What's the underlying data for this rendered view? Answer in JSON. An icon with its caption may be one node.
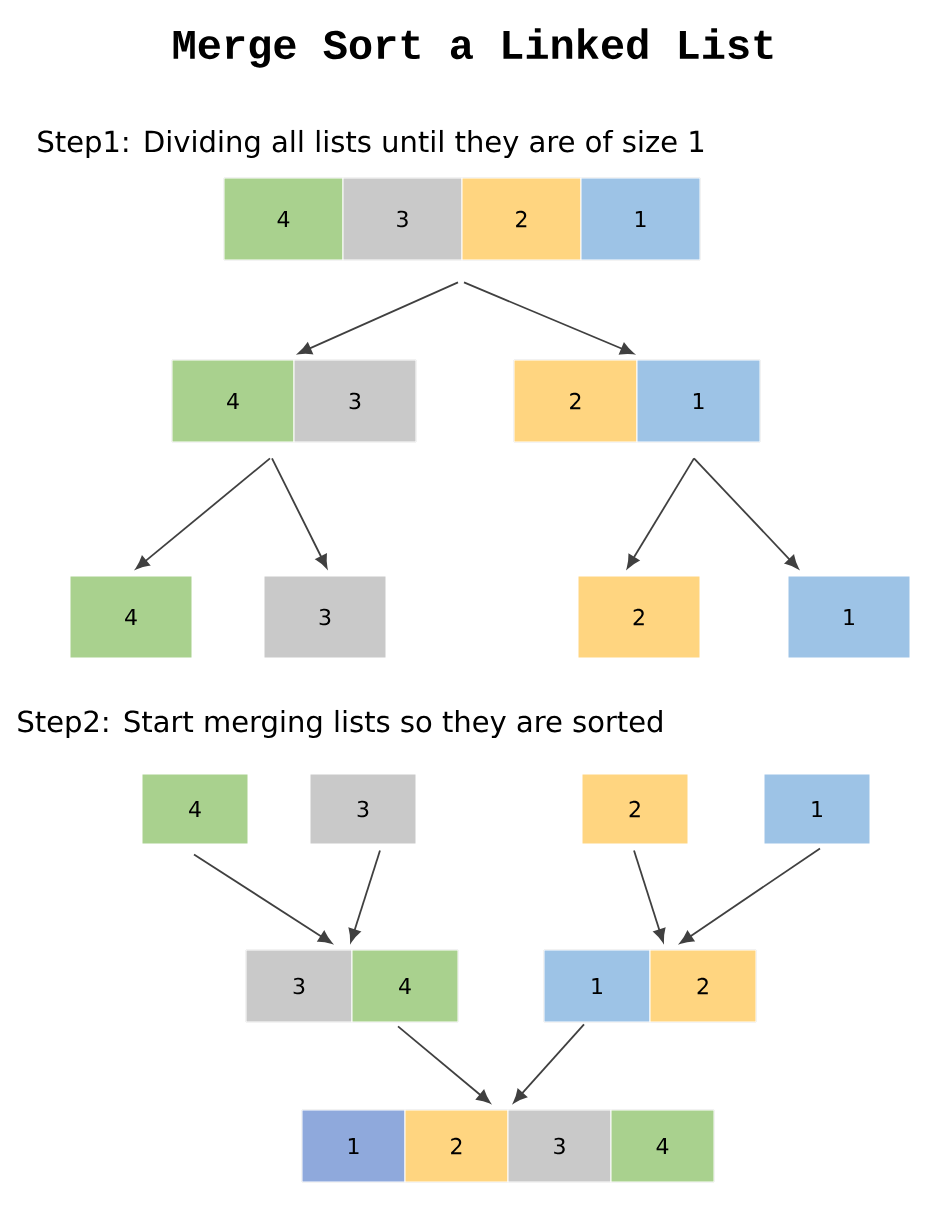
{
  "diagram": {
    "title": "Merge Sort a Linked List",
    "nodes": [
      {
        "text": [],
        "shape": "box"
      },
      {
        "text": [
          "4"
        ],
        "in": 0
      },
      {
        "text": [
          "3"
        ],
        "in": 0
      },
      {
        "text": [
          "2"
        ],
        "in": 0
      },
      {
        "text": [
          "1"
        ],
        "in": 0
      },
      {
        "text": [],
        "shape": "box"
      },
      {
        "text": [
          "4"
        ],
        "in": 5
      },
      {
        "text": [
          "3"
        ],
        "in": 5
      },
      {
        "text": [],
        "shape": "box"
      },
      {
        "text": [
          "2"
        ],
        "in": 8
      },
      {
        "text": [
          "1"
        ],
        "in": 8
      },
      {
        "text": [
          "4"
        ]
      },
      {
        "text": [
          "3"
        ]
      },
      {
        "text": [
          "2"
        ]
      },
      {
        "text": [
          "1"
        ]
      },
      {
        "text": [
          "4"
        ]
      },
      {
        "text": [
          "3"
        ]
      },
      {
        "text": [
          "2"
        ]
      },
      {
        "text": [
          "1"
        ]
      },
      {
        "text": [],
        "shape": "box"
      },
      {
        "text": [
          "3"
        ],
        "in": 19
      },
      {
        "text": [
          "4"
        ],
        "in": 19
      },
      {
        "text": [],
        "shape": "box"
      },
      {
        "text": [
          "1"
        ],
        "in": 22
      },
      {
        "text": [
          "2"
        ],
        "in": 22
      },
      {
        "text": [],
        "shape": "box"
      },
      {
        "text": [
          "1"
        ],
        "in": 25
      },
      {
        "text": [
          "2"
        ],
        "in": 25
      },
      {
        "text": [
          "3"
        ],
        "in": 25
      },
      {
        "text": [
          "4"
        ],
        "in": 25
      }
    ],
    "edges": [
      {
        "from": 0,
        "to": 5,
        "arrow": "to"
      },
      {
        "from": 0,
        "to": 8,
        "arrow": "to"
      },
      {
        "from": 5,
        "to": 11,
        "arrow": "to"
      },
      {
        "from": 5,
        "to": 12,
        "arrow": "to"
      },
      {
        "from": 8,
        "to": 13,
        "arrow": "to"
      },
      {
        "from": 8,
        "to": 14,
        "arrow": "to"
      },
      {
        "from": 15,
        "to": 19,
        "arrow": "to"
      },
      {
        "from": 16,
        "to": 19,
        "arrow": "to"
      },
      {
        "from": 17,
        "to": 22,
        "arrow": "to"
      },
      {
        "from": 18,
        "to": 22,
        "arrow": "to"
      },
      {
        "from": 19,
        "to": 25,
        "arrow": "to"
      },
      {
        "from": 22,
        "to": 25,
        "arrow": "to"
      }
    ],
    "labels": [
      "Step1: Dividing all lists until they are of size 1",
      "Step2: Start merging lists so they are sorted"
    ]
  }
}
